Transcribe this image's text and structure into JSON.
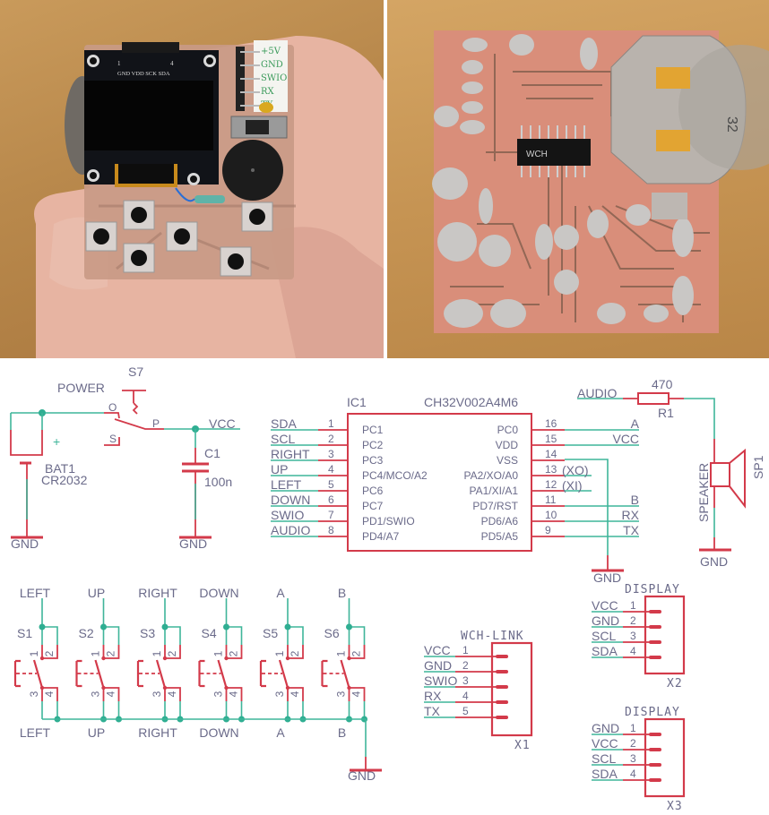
{
  "photos": {
    "front": {
      "oled_header_labels": "GND VDD SCK SDA",
      "oled_pin_first": "1",
      "oled_pin_last": "4",
      "handwritten_labels": [
        "+5V",
        "GND",
        "SWIO",
        "RX",
        "TX"
      ]
    },
    "back": {
      "chip_marking": "WCH",
      "battery_marking": "32"
    }
  },
  "power": {
    "switch_ref": "S7",
    "switch_name": "POWER",
    "pin_o": "O",
    "pin_s": "S",
    "pin_p": "P",
    "vcc": "VCC",
    "battery_plus": "+",
    "battery_ref": "BAT1",
    "battery_value": "CR2032",
    "cap_ref": "C1",
    "cap_value": "100n",
    "gnd": "GND"
  },
  "ic": {
    "ref": "IC1",
    "part": "CH32V002A4M6",
    "left_pins": [
      {
        "net": "SDA",
        "num": "1",
        "name": "PC1"
      },
      {
        "net": "SCL",
        "num": "2",
        "name": "PC2"
      },
      {
        "net": "RIGHT",
        "num": "3",
        "name": "PC3"
      },
      {
        "net": "UP",
        "num": "4",
        "name": "PC4/MCO/A2"
      },
      {
        "net": "LEFT",
        "num": "5",
        "name": "PC6"
      },
      {
        "net": "DOWN",
        "num": "6",
        "name": "PC7"
      },
      {
        "net": "SWIO",
        "num": "7",
        "name": "PD1/SWIO"
      },
      {
        "net": "AUDIO",
        "num": "8",
        "name": "PD4/A7"
      }
    ],
    "right_pins": [
      {
        "num": "16",
        "name": "PC0",
        "net": "A"
      },
      {
        "num": "15",
        "name": "VDD",
        "net": "VCC"
      },
      {
        "num": "14",
        "name": "VSS",
        "net": ""
      },
      {
        "num": "13",
        "name": "PA2/XO/A0",
        "net": "(XO)"
      },
      {
        "num": "12",
        "name": "PA1/XI/A1",
        "net": "(XI)"
      },
      {
        "num": "11",
        "name": "PD7/RST",
        "net": "B"
      },
      {
        "num": "10",
        "name": "PD6/A6",
        "net": "RX"
      },
      {
        "num": "9",
        "name": "PD5/A5",
        "net": "TX"
      }
    ],
    "gnd": "GND"
  },
  "speaker": {
    "net": "AUDIO",
    "resistor_value": "470",
    "resistor_ref": "R1",
    "label": "SPEAKER",
    "ref": "SP1",
    "gnd": "GND"
  },
  "buttons": {
    "items": [
      {
        "ref": "S1",
        "net": "LEFT"
      },
      {
        "ref": "S2",
        "net": "UP"
      },
      {
        "ref": "S3",
        "net": "RIGHT"
      },
      {
        "ref": "S4",
        "net": "DOWN"
      },
      {
        "ref": "S5",
        "net": "A"
      },
      {
        "ref": "S6",
        "net": "B"
      }
    ],
    "pins": [
      "1",
      "2",
      "3",
      "4"
    ],
    "gnd": "GND"
  },
  "wch_link": {
    "title": "WCH-LINK",
    "ref": "X1",
    "pins": [
      {
        "net": "VCC",
        "num": "1"
      },
      {
        "net": "GND",
        "num": "2"
      },
      {
        "net": "SWIO",
        "num": "3"
      },
      {
        "net": "RX",
        "num": "4"
      },
      {
        "net": "TX",
        "num": "5"
      }
    ]
  },
  "displays": [
    {
      "title": "DISPLAY",
      "ref": "X2",
      "pins": [
        {
          "net": "VCC",
          "num": "1"
        },
        {
          "net": "GND",
          "num": "2"
        },
        {
          "net": "SCL",
          "num": "3"
        },
        {
          "net": "SDA",
          "num": "4"
        }
      ]
    },
    {
      "title": "DISPLAY",
      "ref": "X3",
      "pins": [
        {
          "net": "GND",
          "num": "1"
        },
        {
          "net": "VCC",
          "num": "2"
        },
        {
          "net": "SCL",
          "num": "3"
        },
        {
          "net": "SDA",
          "num": "4"
        }
      ]
    }
  ]
}
